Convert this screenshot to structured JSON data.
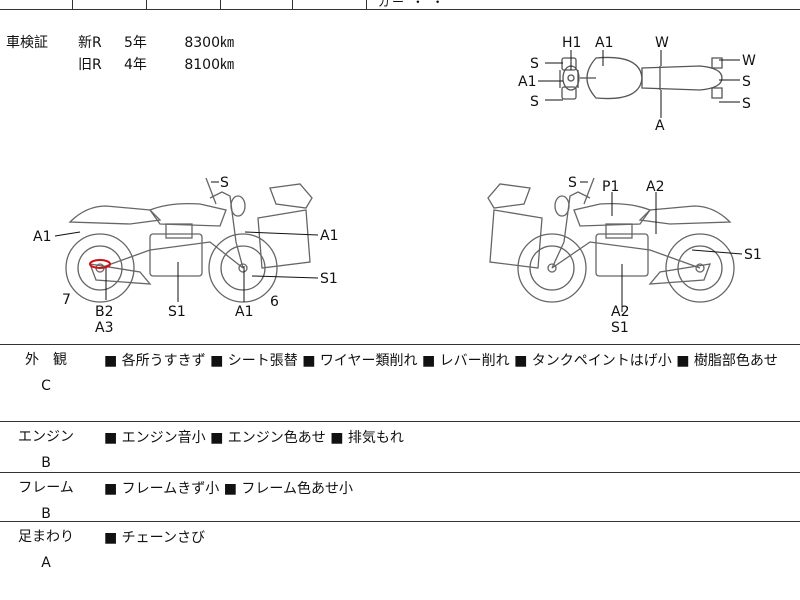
{
  "top_fragment": "ガー ・ ・",
  "certificate": {
    "label": "車検証",
    "rows": [
      {
        "type": "新R",
        "years": "5年",
        "km": "8300㎞"
      },
      {
        "type": "旧R",
        "years": "4年",
        "km": "8100㎞"
      }
    ]
  },
  "diagram_labels": {
    "top": {
      "h1": "H1",
      "a1": "A1",
      "w_center": "W",
      "s_upper_left": "S",
      "a1_left": "A1",
      "s_lower_left": "S",
      "a_bottom": "A",
      "w_right": "W",
      "s_right_upper": "S",
      "s_right_lower": "S"
    },
    "left": {
      "s_top": "S",
      "a1_rear": "A1",
      "a1_tank": "A1",
      "s1_right": "S1",
      "num_7": "7",
      "b2": "B2",
      "a3": "A3",
      "s1_bottom": "S1",
      "a1_bottom": "A1",
      "num_6": "6"
    },
    "right": {
      "s_top": "S",
      "p1": "P1",
      "a2": "A2",
      "s1_right": "S1",
      "a2_bottom": "A2",
      "s1_bottom": "S1"
    }
  },
  "conditions": [
    {
      "category": "外　観",
      "grade": "C",
      "description": "■ 各所うすきず ■ シート張替 ■ ワイヤー類削れ ■ レバー削れ ■ タンクペイントはげ小 ■ 樹脂部色あせ"
    },
    {
      "category": "エンジン",
      "grade": "B",
      "description": "■ エンジン音小 ■ エンジン色あせ ■ 排気もれ"
    },
    {
      "category": "フレーム",
      "grade": "B",
      "description": "■ フレームきず小 ■ フレーム色あせ小"
    },
    {
      "category": "足まわり",
      "grade": "A",
      "description": "■ チェーンさび"
    }
  ],
  "colors": {
    "line": "#555555",
    "damage_mark": "#d01010"
  }
}
